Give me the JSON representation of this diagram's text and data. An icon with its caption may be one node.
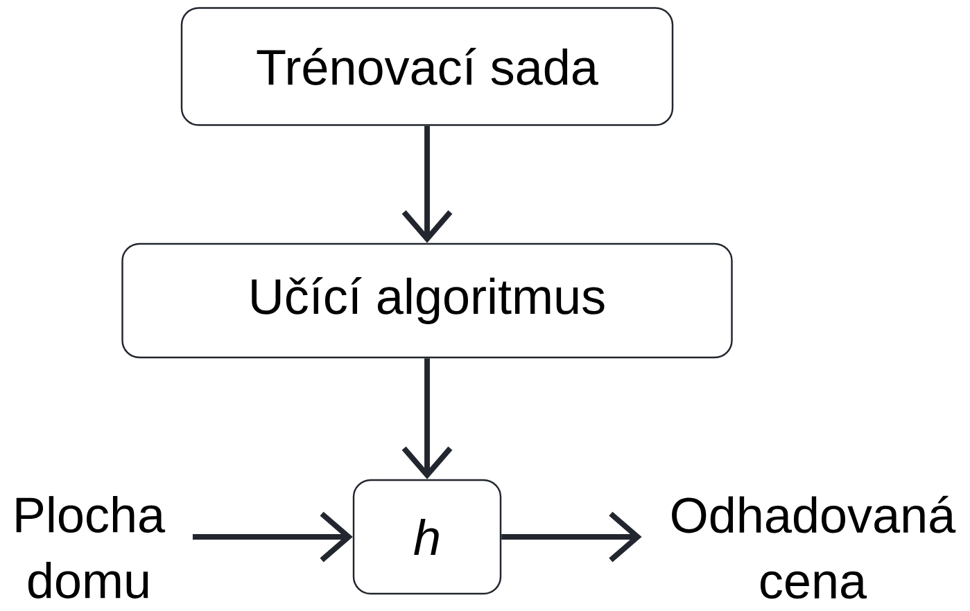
{
  "diagram": {
    "nodes": [
      {
        "text": [
          "Trénovací sada"
        ]
      },
      {
        "text": [
          "Učící algoritmus"
        ]
      },
      {
        "text": [
          "h"
        ]
      },
      {
        "text": [
          "Plocha domu"
        ]
      },
      {
        "text": [
          "Odhadovaná cena"
        ]
      }
    ],
    "edges": [
      {
        "from": 0,
        "to": 1,
        "arrow": "to"
      },
      {
        "from": 1,
        "to": 2,
        "arrow": "to"
      },
      {
        "from": 3,
        "to": 2,
        "arrow": "to"
      },
      {
        "from": 2,
        "to": 4,
        "arrow": "to"
      }
    ]
  }
}
